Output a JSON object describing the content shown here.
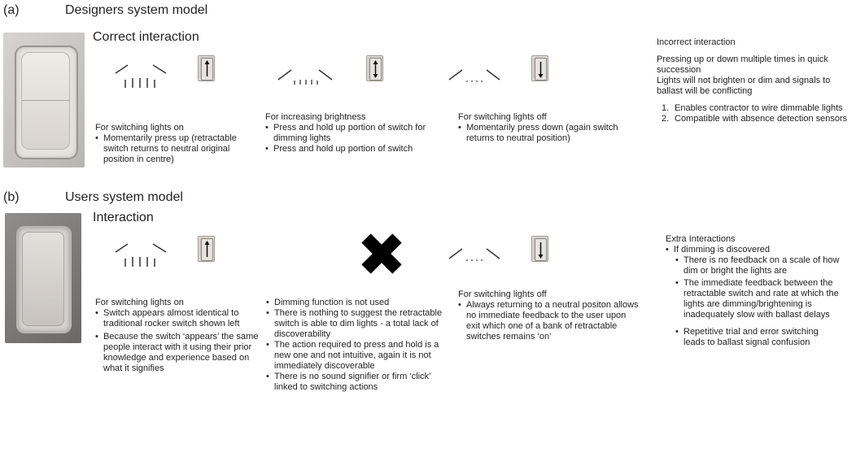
{
  "a": {
    "label": "(a)",
    "title": "Designers system model",
    "subtitle": "Correct interaction",
    "col1": {
      "heading": "For switching lights on",
      "bullets": [
        "Momentarily press up (retractable switch returns to neutral original position in centre)"
      ]
    },
    "col2": {
      "heading": "For increasing brightness",
      "bullets": [
        "Press and hold up portion of switch for dimming lights",
        "Press and hold up portion of switch"
      ]
    },
    "col3": {
      "heading": "For switching lights off",
      "bullets": [
        "Momentarily press down (again switch returns to neutral position)"
      ]
    },
    "col4": {
      "heading": "Incorrect interaction",
      "para1": "Pressing up or down multiple times in quick succession",
      "para2": "Lights will not brighten or dim and signals to ballast will be conflicting",
      "items": [
        {
          "n": "1.",
          "t": "Enables contractor to wire dimmable lights"
        },
        {
          "n": "2.",
          "t": "Compatible with absence detection sensors"
        }
      ]
    }
  },
  "b": {
    "label": "(b)",
    "title": "Users system model",
    "subtitle": "Interaction",
    "col1": {
      "heading": "For switching lights on",
      "bullets": [
        "Switch appears almost identical to traditional rocker switch shown left",
        "Because the switch ‘appears’ the same people interact with it using their prior knowledge and experience based on what it signifies"
      ]
    },
    "col2": {
      "bullets": [
        "Dimming function is not used",
        "There is nothing to suggest the retractable switch is able to dim lights - a total lack of discoverability",
        "The action required to press and hold is a new one and not intuitive, again it is not immediately discoverable",
        "There is no sound signifier or firm ‘click’ linked to switching actions"
      ]
    },
    "col3": {
      "heading": "For switching lights off",
      "bullets": [
        "Always returning to a neutral positon allows no immediate feedback to the user upon exit which one of a bank of retractable switches remains ‘on’"
      ]
    },
    "col4": {
      "heading": "Extra Interactions",
      "top": "If dimming is discovered",
      "sub": [
        "There is no feedback on a scale of how dim or bright the lights are",
        "The immediate feedback between the retractable switch and rate at which the lights are dimming/brightening is inadequately slow with ballast delays",
        "Repetitive trial and error switching leads to ballast signal confusion"
      ]
    }
  }
}
